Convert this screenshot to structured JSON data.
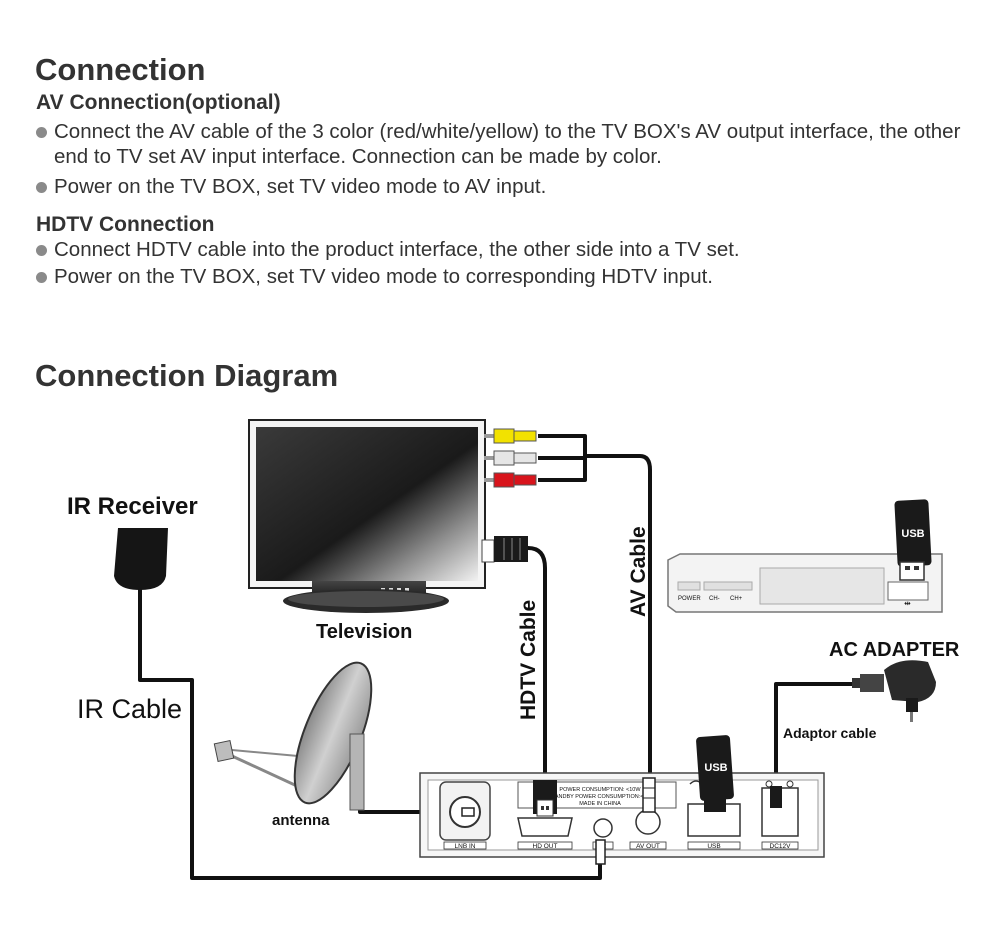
{
  "connection": {
    "title": "Connection",
    "av": {
      "heading": "AV Connection(optional)",
      "bullets": [
        "Connect the AV cable of the 3 color (red/white/yellow) to the TV BOX's AV output interface, the other end to TV set AV input interface. Connection can be made by color.",
        "Power on the TV BOX, set TV video mode to AV input."
      ]
    },
    "hdtv": {
      "heading": "HDTV Connection",
      "bullets": [
        "Connect HDTV cable into the product interface, the other side into a TV set.",
        "Power on the TV BOX, set TV video mode to corresponding HDTV input."
      ]
    }
  },
  "diagram": {
    "title": "Connection Diagram",
    "labels": {
      "ir_receiver": "IR Receiver",
      "ir_cable": "IR Cable",
      "television": "Television",
      "antenna": "antenna",
      "hdtv_cable": "HDTV Cable",
      "av_cable": "AV Cable",
      "ac_adapter": "AC ADAPTER",
      "adaptor_cable": "Adaptor cable",
      "usb": "USB"
    },
    "front_panel": {
      "power": "POWER",
      "ch_minus": "CH-",
      "ch_plus": "CH+"
    },
    "rear_panel": {
      "lnb_in": "LNB IN",
      "hd_out": "HD OUT",
      "ir": "IR",
      "av_out": "AV OUT",
      "usb": "USB",
      "dc12v": "DC12V",
      "power_line1": "POWER CONSUMPTION: <10W",
      "power_line2": "STANDBY POWER CONSUMPTION:<1W",
      "made_in": "MADE IN CHINA"
    },
    "colors": {
      "rca_yellow": "#f2e200",
      "rca_white": "#e6e6e6",
      "rca_red": "#d8141c",
      "cable": "#111111"
    }
  }
}
